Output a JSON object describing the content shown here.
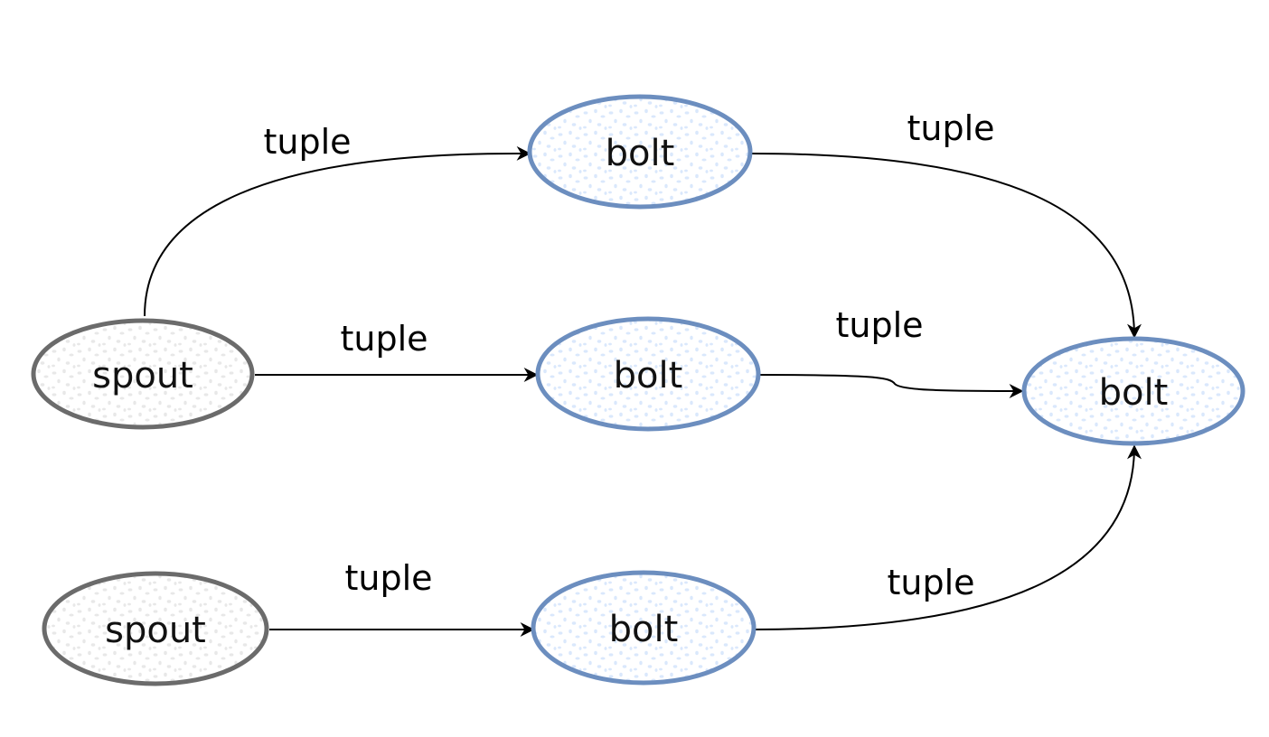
{
  "nodes": {
    "spout_top": {
      "label": "spout"
    },
    "spout_bottom": {
      "label": "spout"
    },
    "bolt_top": {
      "label": "bolt"
    },
    "bolt_middle": {
      "label": "bolt"
    },
    "bolt_bottom": {
      "label": "bolt"
    },
    "bolt_sink": {
      "label": "bolt"
    }
  },
  "edges": {
    "spout_top_to_bolt_top": {
      "label": "tuple"
    },
    "spout_top_to_bolt_middle": {
      "label": "tuple"
    },
    "spout_bottom_to_bolt_bottom": {
      "label": "tuple"
    },
    "bolt_top_to_bolt_sink": {
      "label": "tuple"
    },
    "bolt_middle_to_bolt_sink": {
      "label": "tuple"
    },
    "bolt_bottom_to_bolt_sink": {
      "label": "tuple"
    }
  },
  "colors": {
    "spout_stroke": "#6b6b6b",
    "spout_fill_speckle": "#e6e6e6",
    "bolt_stroke": "#6c8ebf",
    "bolt_fill_speckle": "#dae8fc",
    "edge": "#000000"
  }
}
